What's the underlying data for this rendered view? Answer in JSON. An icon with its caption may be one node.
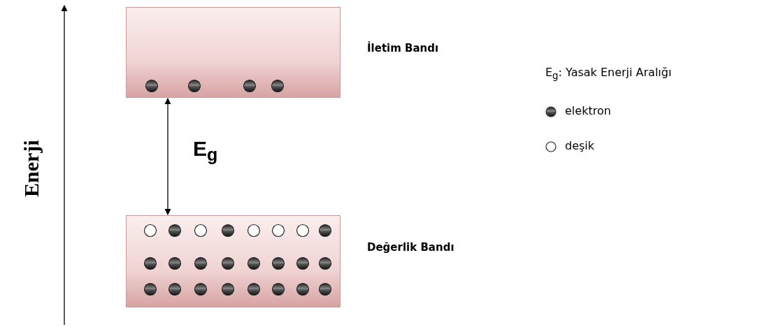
{
  "diagram": {
    "nodes": [
      {
        "text": [],
        "shape": "box",
        "beside": [
          "İletim Bandı"
        ]
      },
      {
        "text": [],
        "shape": "box",
        "beside": [
          "Değerlik Bandı"
        ]
      }
    ],
    "edges": [
      {
        "from": 0,
        "to": 1,
        "arrow": "both"
      }
    ],
    "labels": [
      "Enerji",
      "E$_{g}$",
      "E$_{g}$: Yasak Enerji Aralığı"
    ],
    "legend": [
      {
        "text": "elektron"
      },
      {
        "text": "deşik"
      }
    ]
  }
}
